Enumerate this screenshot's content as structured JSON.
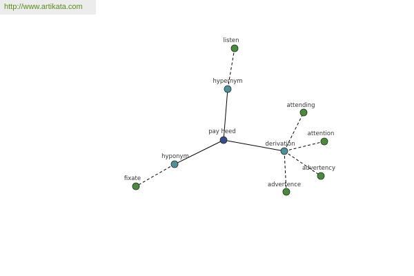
{
  "watermark": {
    "text": "http://www.artikata.com"
  },
  "colors": {
    "center": "#3b4a8a",
    "relation": "#4f8f99",
    "word": "#4b8a3c",
    "edge": "#000000",
    "label": "#333333"
  },
  "graph": {
    "nodes": [
      {
        "id": "pay_heed",
        "label": "pay heed",
        "kind": "center"
      },
      {
        "id": "hypernym",
        "label": "hypernym",
        "kind": "relation"
      },
      {
        "id": "hyponym",
        "label": "hyponym",
        "kind": "relation"
      },
      {
        "id": "derivation",
        "label": "derivation",
        "kind": "relation"
      },
      {
        "id": "listen",
        "label": "listen",
        "kind": "word"
      },
      {
        "id": "fixate",
        "label": "fixate",
        "kind": "word"
      },
      {
        "id": "attending",
        "label": "attending",
        "kind": "word"
      },
      {
        "id": "attention",
        "label": "attention",
        "kind": "word"
      },
      {
        "id": "advertency",
        "label": "advertency",
        "kind": "word"
      },
      {
        "id": "advertence",
        "label": "advertence",
        "kind": "word"
      }
    ],
    "edges": [
      {
        "from": "pay_heed",
        "to": "hypernym",
        "style": "solid"
      },
      {
        "from": "pay_heed",
        "to": "hyponym",
        "style": "solid"
      },
      {
        "from": "pay_heed",
        "to": "derivation",
        "style": "solid"
      },
      {
        "from": "hypernym",
        "to": "listen",
        "style": "dashed"
      },
      {
        "from": "hyponym",
        "to": "fixate",
        "style": "dashed"
      },
      {
        "from": "derivation",
        "to": "attending",
        "style": "dashed"
      },
      {
        "from": "derivation",
        "to": "attention",
        "style": "dashed"
      },
      {
        "from": "derivation",
        "to": "advertency",
        "style": "dashed"
      },
      {
        "from": "derivation",
        "to": "advertence",
        "style": "dashed"
      }
    ]
  }
}
